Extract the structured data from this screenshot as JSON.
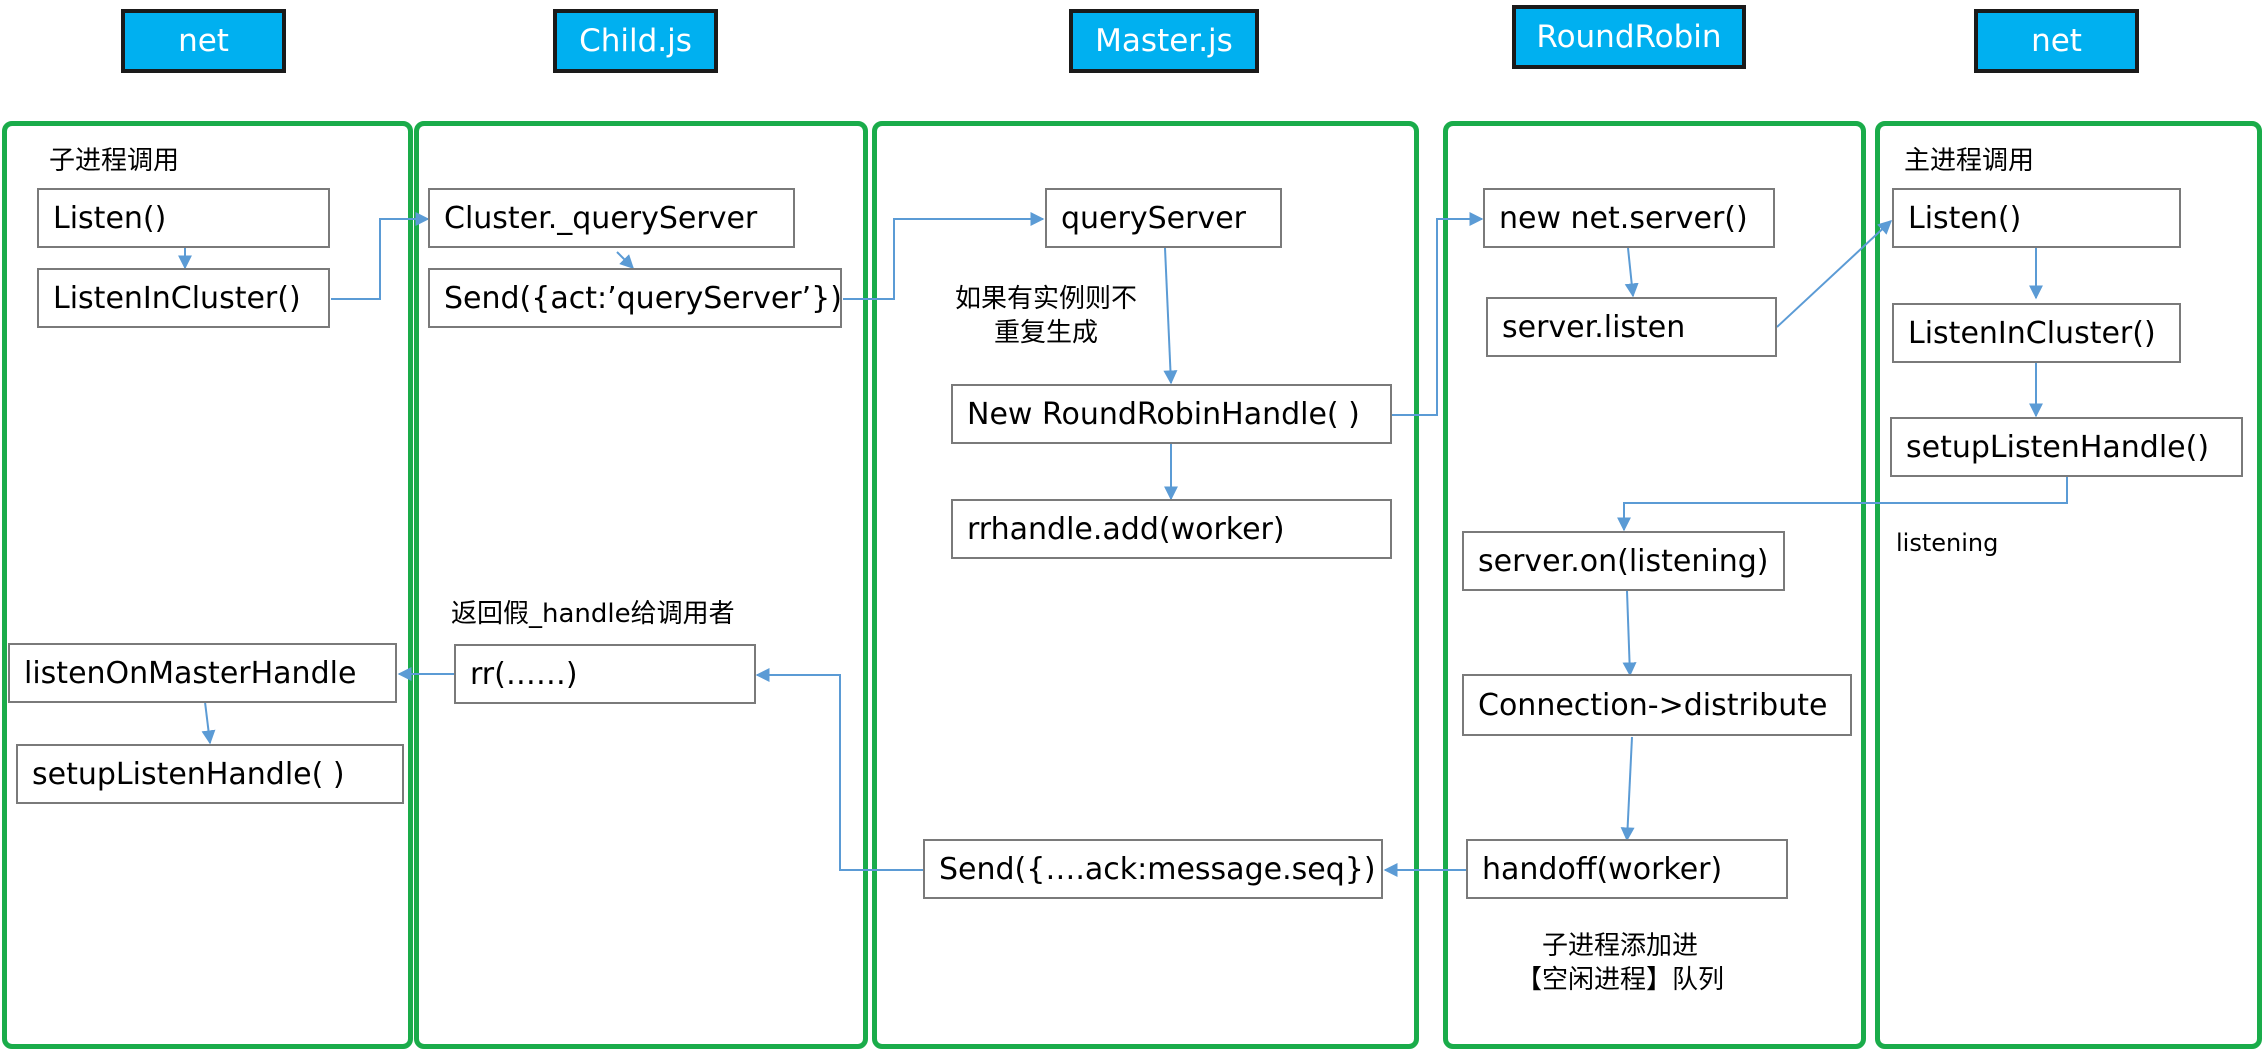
{
  "headers": {
    "net_left": "net",
    "child": "Child.js",
    "master": "Master.js",
    "roundrobin": "RoundRobin",
    "net_right": "net"
  },
  "net_left": {
    "caption": "子进程调用",
    "listen": "Listen()",
    "listen_in_cluster": "ListenInCluster()",
    "listen_on_master_handle": "listenOnMasterHandle",
    "setup_listen_handle": "setupListenHandle( )"
  },
  "child": {
    "query_server": "Cluster._queryServer",
    "send_query": "Send({act:’queryServer’})",
    "return_caption": "返回假_handle给调用者",
    "rr": "rr(……)"
  },
  "master": {
    "query_server": "queryServer",
    "note_line1": "如果有实例则不",
    "note_line2": "重复生成",
    "new_rr_handle": "New RoundRobinHandle( )",
    "rrhandle_add": "rrhandle.add(worker)",
    "send_ack": "Send({….ack:message.seq})"
  },
  "roundrobin": {
    "new_net_server": "new net.server()",
    "server_listen": "server.listen",
    "server_on_listening": "server.on(listening)",
    "connection_distribute": "Connection->distribute",
    "handoff_worker": "handoff(worker)",
    "note_line1": "子进程添加进",
    "note_line2": "【空闲进程】队列"
  },
  "net_right": {
    "caption": "主进程调用",
    "listen": "Listen()",
    "listen_in_cluster": "ListenInCluster()",
    "setup_listen_handle": "setupListenHandle()",
    "listening_label": "listening"
  },
  "colors": {
    "header_fill": "#00b0f0",
    "lane_border": "#1aac4a",
    "arrow": "#5b9bd5",
    "node_border": "#7a7a7a"
  }
}
